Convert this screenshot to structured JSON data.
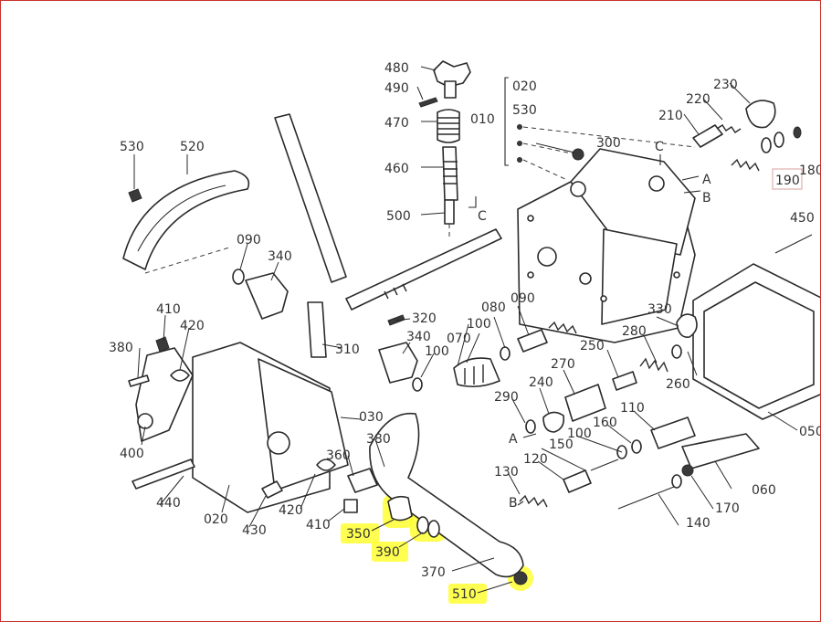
{
  "colors": {
    "highlight": "#ffff33",
    "frame_border": "#c9302c",
    "ink": "#2a2a2a",
    "label_box": "#d9a0a0"
  },
  "labels": [
    {
      "id": "480",
      "text": "480"
    },
    {
      "id": "490",
      "text": "490"
    },
    {
      "id": "470",
      "text": "470"
    },
    {
      "id": "460",
      "text": "460"
    },
    {
      "id": "500",
      "text": "500"
    },
    {
      "id": "020-top",
      "text": "020"
    },
    {
      "id": "530-top",
      "text": "530"
    },
    {
      "id": "010",
      "text": "010"
    },
    {
      "id": "c-1",
      "text": "C"
    },
    {
      "id": "c-2",
      "text": "C"
    },
    {
      "id": "300",
      "text": "300"
    },
    {
      "id": "210",
      "text": "210"
    },
    {
      "id": "220",
      "text": "220"
    },
    {
      "id": "230",
      "text": "230"
    },
    {
      "id": "190",
      "text": "190"
    },
    {
      "id": "180",
      "text": "180"
    },
    {
      "id": "a-1",
      "text": "A"
    },
    {
      "id": "b-1",
      "text": "B"
    },
    {
      "id": "450",
      "text": "450"
    },
    {
      "id": "530-left",
      "text": "530"
    },
    {
      "id": "520",
      "text": "520"
    },
    {
      "id": "090-left",
      "text": "090"
    },
    {
      "id": "340-top",
      "text": "340"
    },
    {
      "id": "410-top",
      "text": "410"
    },
    {
      "id": "420-top",
      "text": "420"
    },
    {
      "id": "380-left",
      "text": "380"
    },
    {
      "id": "400",
      "text": "400"
    },
    {
      "id": "320",
      "text": "320"
    },
    {
      "id": "310",
      "text": "310"
    },
    {
      "id": "340-mid",
      "text": "340"
    },
    {
      "id": "100-mid",
      "text": "100"
    },
    {
      "id": "080",
      "text": "080"
    },
    {
      "id": "090-mid",
      "text": "090"
    },
    {
      "id": "100-upper",
      "text": "100"
    },
    {
      "id": "070",
      "text": "070"
    },
    {
      "id": "330",
      "text": "330"
    },
    {
      "id": "280",
      "text": "280"
    },
    {
      "id": "250",
      "text": "250"
    },
    {
      "id": "260",
      "text": "260"
    },
    {
      "id": "270",
      "text": "270"
    },
    {
      "id": "240",
      "text": "240"
    },
    {
      "id": "290",
      "text": "290"
    },
    {
      "id": "a-2",
      "text": "A"
    },
    {
      "id": "100-low",
      "text": "100"
    },
    {
      "id": "160",
      "text": "160"
    },
    {
      "id": "110",
      "text": "110"
    },
    {
      "id": "150",
      "text": "150"
    },
    {
      "id": "120",
      "text": "120"
    },
    {
      "id": "130",
      "text": "130"
    },
    {
      "id": "b-2",
      "text": "B"
    },
    {
      "id": "060",
      "text": "060"
    },
    {
      "id": "170",
      "text": "170"
    },
    {
      "id": "140",
      "text": "140"
    },
    {
      "id": "050",
      "text": "050"
    },
    {
      "id": "030",
      "text": "030"
    },
    {
      "id": "380-mid",
      "text": "380"
    },
    {
      "id": "360",
      "text": "360"
    },
    {
      "id": "440",
      "text": "440"
    },
    {
      "id": "020-bottom",
      "text": "020"
    },
    {
      "id": "430",
      "text": "430"
    },
    {
      "id": "420-bottom",
      "text": "420"
    },
    {
      "id": "410-bottom",
      "text": "410"
    },
    {
      "id": "350",
      "text": "350"
    },
    {
      "id": "390",
      "text": "390"
    },
    {
      "id": "370",
      "text": "370"
    },
    {
      "id": "510",
      "text": "510"
    }
  ]
}
